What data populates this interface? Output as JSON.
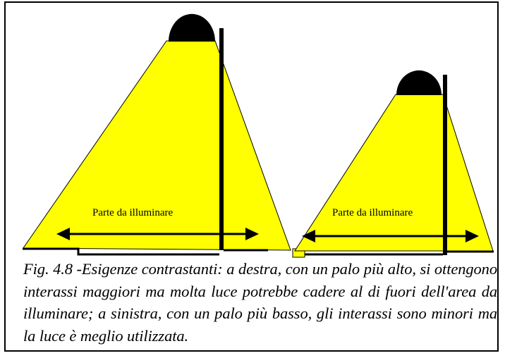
{
  "figure": {
    "left_lamp": {
      "area_label": "Parte da illuminare"
    },
    "right_lamp": {
      "area_label": "Parte da illuminare"
    },
    "caption": "Fig. 4.8 -Esigenze contrastanti: a destra, con un palo più alto, si ottengono interassi maggiori ma molta luce potrebbe cadere al di fuori dell'area da illuminare; a sinistra, con un palo più basso, gli interassi sono minori ma la luce è meglio utilizzata."
  },
  "colors": {
    "light": "#ffff00",
    "lamp": "#000000",
    "border": "#000000"
  }
}
